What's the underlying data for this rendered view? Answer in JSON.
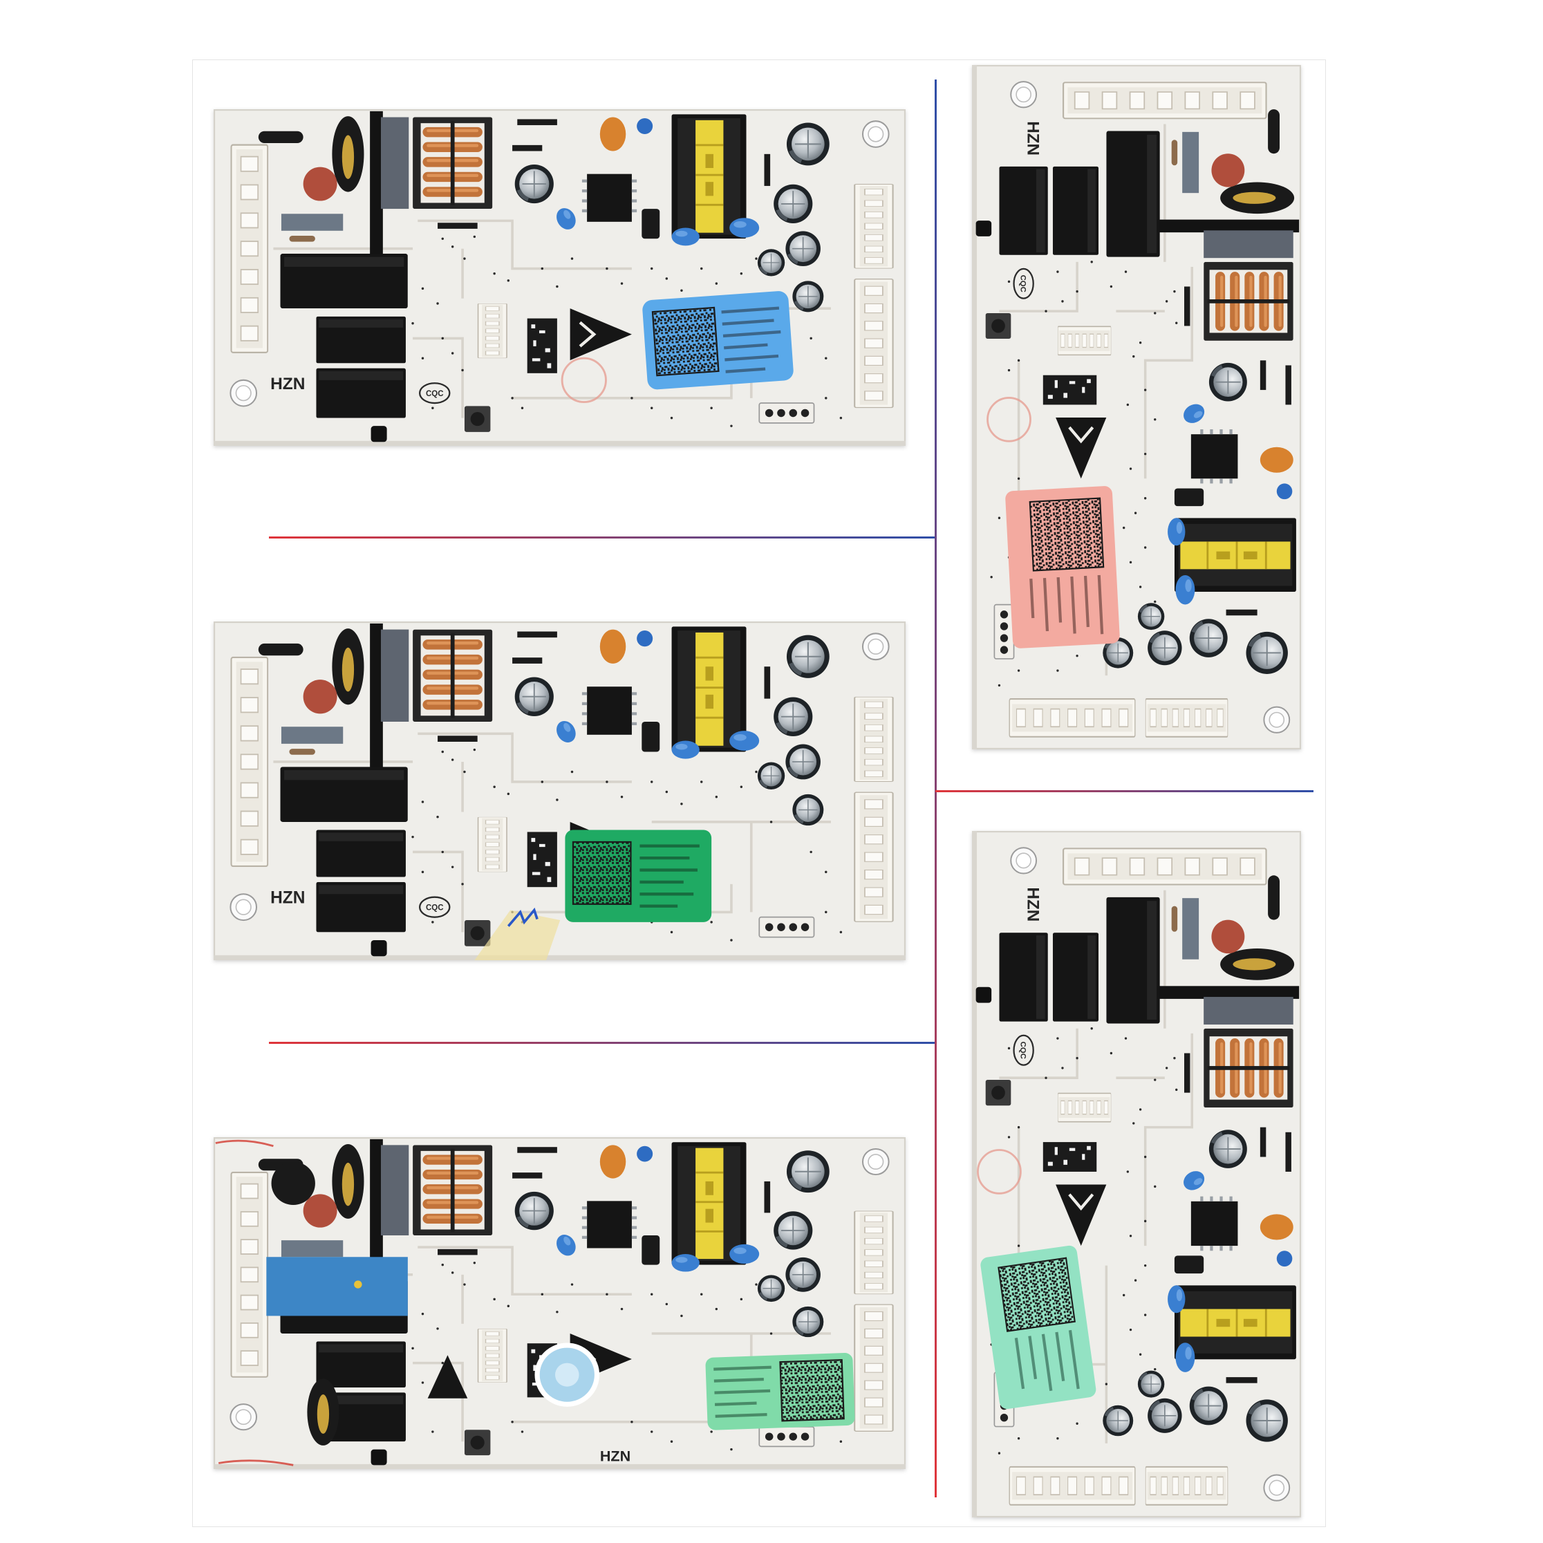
{
  "boards": [
    {
      "label": "HZN",
      "cert_mark": "CQC"
    },
    {
      "label": "HZN",
      "cert_mark": "CQC"
    },
    {
      "label": "HZN"
    },
    {
      "label": "HZN",
      "cert_mark": "CQC"
    },
    {
      "label": "HZN",
      "cert_mark": "CQC"
    }
  ],
  "sticker_colors": [
    "#5aa9ea",
    "#1faa63",
    "#80dba9",
    "#f3aaa0",
    "#93e2c3"
  ]
}
